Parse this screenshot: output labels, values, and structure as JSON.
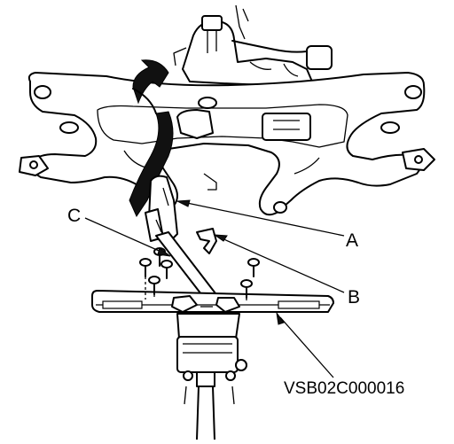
{
  "callouts": {
    "a": "A",
    "b": "B",
    "c": "C"
  },
  "figure_code": "VSB02C000016"
}
